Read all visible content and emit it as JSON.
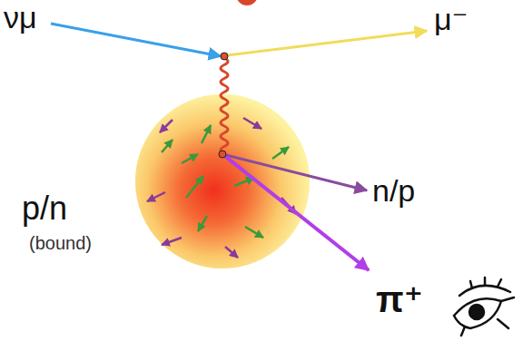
{
  "diagram": {
    "labels": [
      "νμ",
      "μ⁻",
      "p/n",
      "(bound)",
      "n/p",
      "π⁺"
    ]
  }
}
